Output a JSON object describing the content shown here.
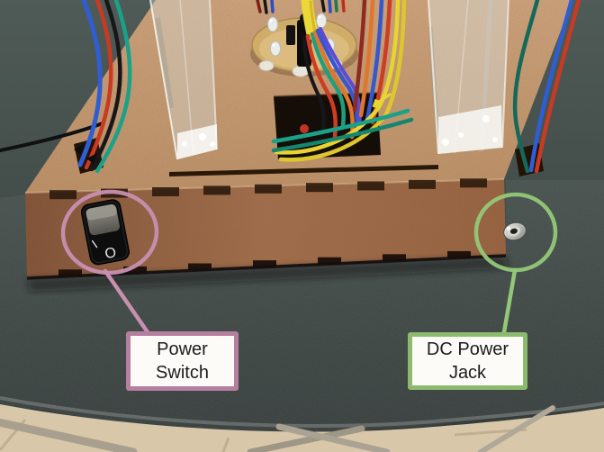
{
  "annotations": {
    "power_switch": {
      "line1": "Power",
      "line2": "Switch",
      "accent": "#c98fb1",
      "border": "#b77f9f"
    },
    "dc_power_jack": {
      "line1": "DC Power",
      "line2": "Jack",
      "accent": "#94c878",
      "border": "#8cbb6f"
    }
  },
  "switch_markings": {
    "on": "I",
    "off": "O"
  },
  "palette": {
    "table": "#424c49",
    "floor": "#d8c8a9",
    "mdf_top": "#c59c74",
    "mdf_front": "#93603f",
    "pcb": "#cfad69",
    "label_background": "#fcfbf8",
    "label_text": "#1c1c1c",
    "wires": [
      "#2f5ed4",
      "#c93a22",
      "#1aa189",
      "#17171a",
      "#e8d431",
      "#e0762e",
      "#5b4bd6",
      "#14695a"
    ]
  }
}
